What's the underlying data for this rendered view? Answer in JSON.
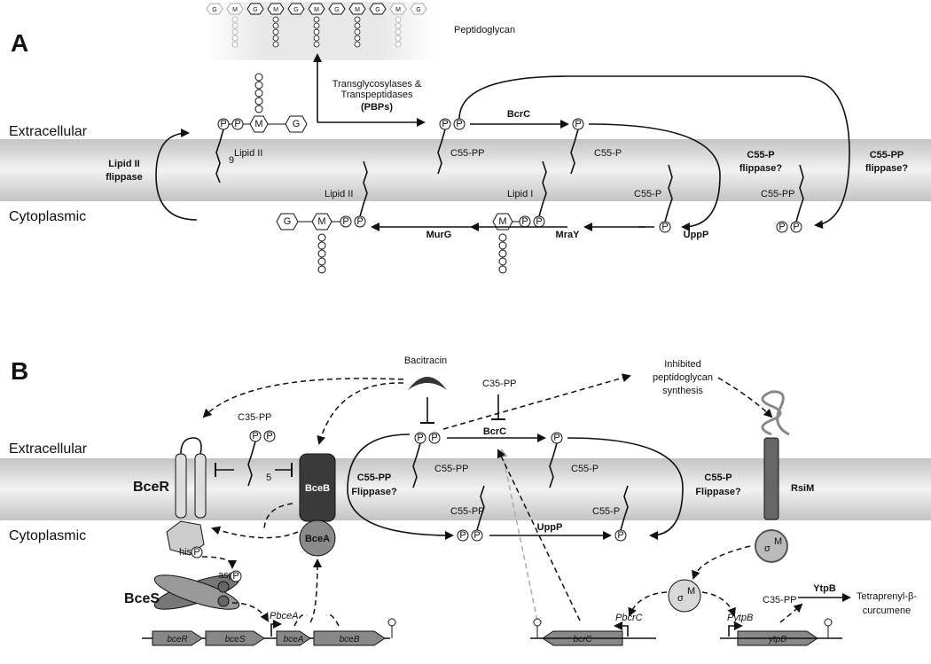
{
  "panels": {
    "a": "A",
    "b": "B"
  },
  "compartments": {
    "extracellular": "Extracellular",
    "cytoplasmic": "Cytoplasmic"
  },
  "panelA": {
    "peptidoglycan": "Peptidoglycan",
    "pbp_line1": "Transglycosylases &",
    "pbp_line2": "Transpeptidases",
    "pbp_line3": "(PBPs)",
    "lipid2_out": "Lipid II",
    "lipid2_in": "Lipid II",
    "lipid1": "Lipid I",
    "lipid2_flippase_1": "Lipid II",
    "lipid2_flippase_2": "flippase",
    "bcrC": "BcrC",
    "c55pp_mem": "C55-PP",
    "c55p_mem": "C55-P",
    "c55p_in": "C55-P",
    "c55pp_in": "C55-PP",
    "c55p_flip_1": "C55-P",
    "c55p_flip_2": "flippase?",
    "c55pp_flip_1": "C55-PP",
    "c55pp_flip_2": "flippase?",
    "murG": "MurG",
    "mraY": "MraY",
    "uppP": "UppP",
    "glyc_g": "G",
    "glyc_m": "M",
    "phos": "P",
    "sub9": "9"
  },
  "panelB": {
    "bacitracin": "Bacitracin",
    "c35pp_top": "C35-PP",
    "c35pp_mid": "C35-PP",
    "inhib_1": "Inhibited",
    "inhib_2": "peptidoglycan",
    "inhib_3": "synthesis",
    "bcrC": "BcrC",
    "bceR": "BceR",
    "bceB": "BceB",
    "bceA": "BceA",
    "bceS": "BceS",
    "rsiM": "RsiM",
    "sigma": "σ",
    "sigmaSup": "M",
    "c55pp_flip_1": "C55-PP",
    "c55pp_flip_2": "Flippase?",
    "c55p_flip_1": "C55-P",
    "c55p_flip_2": "Flippase?",
    "c55pp_mem": "C55-PP",
    "c55p_mem": "C55-P",
    "c55pp_in": "C55-PP",
    "c55p_in": "C55-P",
    "uppP": "UppP",
    "ytpB": "YtpB",
    "c35pp_right": "C35-PP",
    "tetra_1": "Tetraprenyl-β-",
    "tetra_2": "curcumene",
    "his": "his",
    "asp": "asp",
    "sub5": "5",
    "genes": {
      "bceR": "bceR",
      "bceS": "bceS",
      "bceA": "bceA",
      "bceB": "bceB",
      "bcrC": "bcrC",
      "ytpB": "ytpB"
    },
    "promoters": {
      "bceA": "PbceA",
      "bcrC": "PbcrC",
      "ytpB": "PytpB"
    }
  }
}
